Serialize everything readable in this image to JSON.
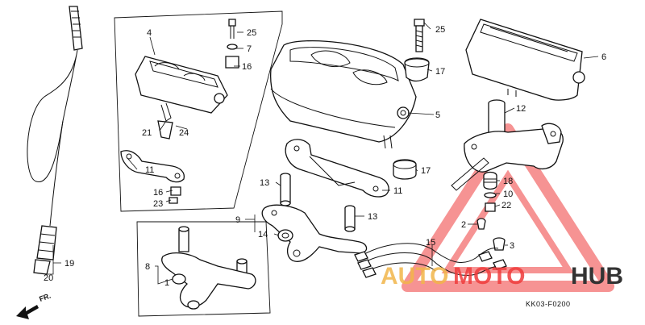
{
  "diagram_code": "KK03-F0200",
  "direction_label": "FR.",
  "watermark": {
    "text_a": "AUTO",
    "text_b": "MOTO",
    "text_c": "HUB",
    "color_orange": "#f2b64a",
    "color_red": "#ef3b3b",
    "color_dark": "#333333"
  },
  "callouts": {
    "c1": "1",
    "c2": "2",
    "c3": "3",
    "c4": "4",
    "c5": "5",
    "c6": "6",
    "c7": "7",
    "c8": "8",
    "c9": "9",
    "c10": "10",
    "c11a": "11",
    "c11b": "11",
    "c12": "12",
    "c13a": "13",
    "c13b": "13",
    "c14": "14",
    "c15": "15",
    "c16a": "16",
    "c16b": "16",
    "c17a": "17",
    "c17b": "17",
    "c18": "18",
    "c19": "19",
    "c20": "20",
    "c21": "21",
    "c22": "22",
    "c23": "23",
    "c24": "24",
    "c25a": "25",
    "c25b": "25"
  }
}
